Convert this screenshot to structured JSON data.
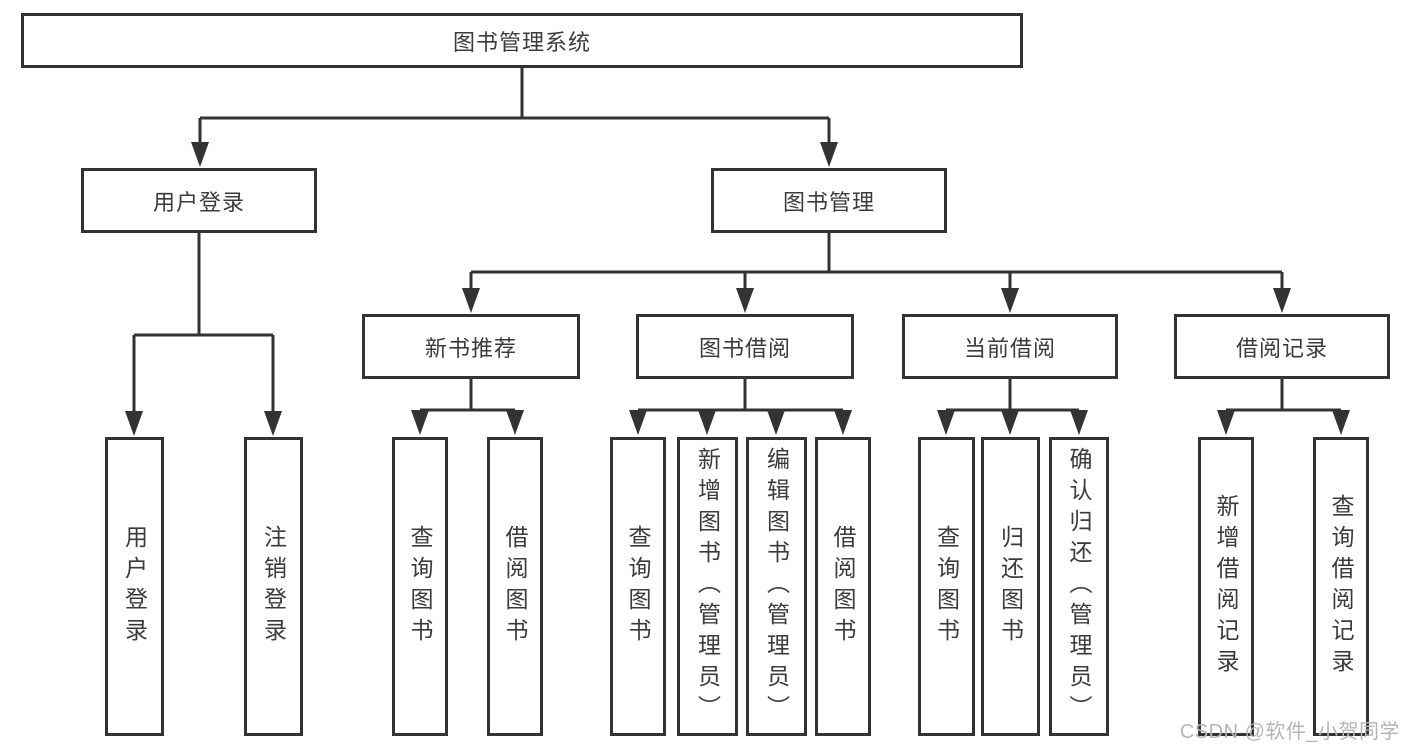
{
  "root": {
    "label": "图书管理系统"
  },
  "branches": [
    {
      "label": "用户登录",
      "children": [
        {
          "label": "用户登录"
        },
        {
          "label": "注销登录"
        }
      ]
    },
    {
      "label": "图书管理",
      "children": [
        {
          "label": "新书推荐",
          "children": [
            {
              "label": "查询图书"
            },
            {
              "label": "借阅图书"
            }
          ]
        },
        {
          "label": "图书借阅",
          "children": [
            {
              "label": "查询图书"
            },
            {
              "label": "新增图书（管理员）"
            },
            {
              "label": "编辑图书（管理员）"
            },
            {
              "label": "借阅图书"
            }
          ]
        },
        {
          "label": "当前借阅",
          "children": [
            {
              "label": "查询图书"
            },
            {
              "label": "归还图书"
            },
            {
              "label": "确认归还（管理员）"
            }
          ]
        },
        {
          "label": "借阅记录",
          "children": [
            {
              "label": "新增借阅记录"
            },
            {
              "label": "查询借阅记录"
            }
          ]
        }
      ]
    }
  ],
  "watermark": {
    "text": "CSDN @软件_小贺同学",
    "color": "#b5b5b5"
  },
  "colors": {
    "line": "#333333",
    "text": "#3b3b3b",
    "background": "#ffffff"
  }
}
